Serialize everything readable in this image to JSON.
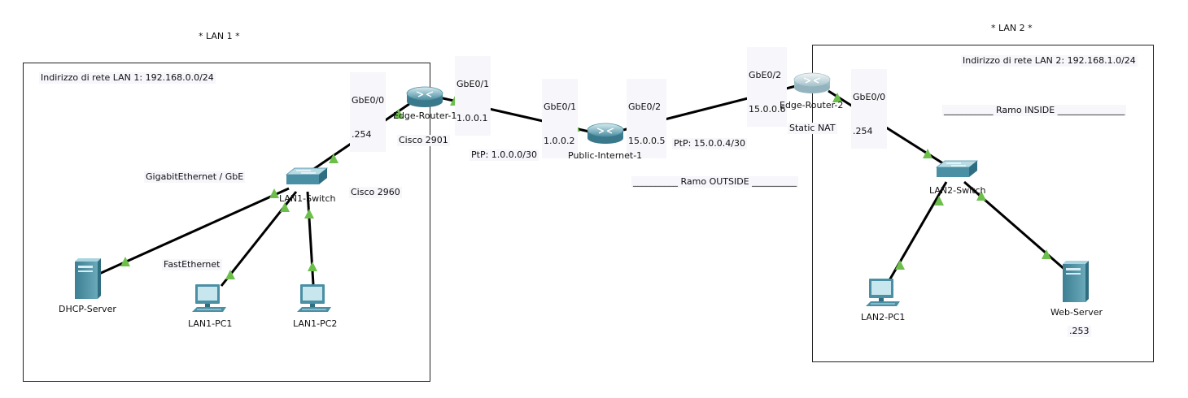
{
  "lan1": {
    "title": "* LAN 1 *",
    "network_note": "Indirizzo di rete LAN 1: 192.168.0.0/24",
    "gbe_note": "GigabitEthernet / GbE",
    "fe_note": "FastEthernet",
    "switch_model": "Cisco 2960",
    "router_model": "Cisco 2901",
    "router_if_l1": "GbE0/0",
    "router_if_l2": ".254"
  },
  "lan2": {
    "title": "* LAN 2 *",
    "network_note": "Indirizzo di rete LAN 2: 192.168.1.0/24",
    "inside_note": "___________ Ramo INSIDE _______________",
    "router_if_l1": "GbE0/0",
    "router_if_l2": ".254",
    "webserver_ip": ".253",
    "nat_note": "Static NAT"
  },
  "wan": {
    "r1_if_l1": "GbE0/1",
    "r1_if_l2": "1.0.0.1",
    "pi_if1_l1": "GbE0/1",
    "pi_if1_l2": "1.0.0.2",
    "pi_if2_l1": "GbE0/2",
    "pi_if2_l2": "15.0.0.5",
    "r2_if_l1": "GbE0/2",
    "r2_if_l2": "15.0.0.6",
    "ptp1": "PtP: 1.0.0.0/30",
    "ptp2": "PtP: 15.0.0.4/30",
    "outside_note": "__________ Ramo OUTSIDE __________"
  },
  "devices": {
    "edge_router_1": "Edge-Router-1",
    "edge_router_2": "Edge-Router-2",
    "public_internet": "Public-Internet-1",
    "lan1_switch": "LAN1-Switch",
    "lan2_switch": "LAN2-Switch",
    "dhcp_server": "DHCP-Server",
    "lan1_pc1": "LAN1-PC1",
    "lan1_pc2": "LAN1-PC2",
    "lan2_pc1": "LAN2-PC1",
    "web_server": "Web-Server"
  },
  "colors": {
    "link": "#000000",
    "link_up": "#6cbf4a",
    "device": "#4a8fa3",
    "device_light": "#a9d3de"
  }
}
